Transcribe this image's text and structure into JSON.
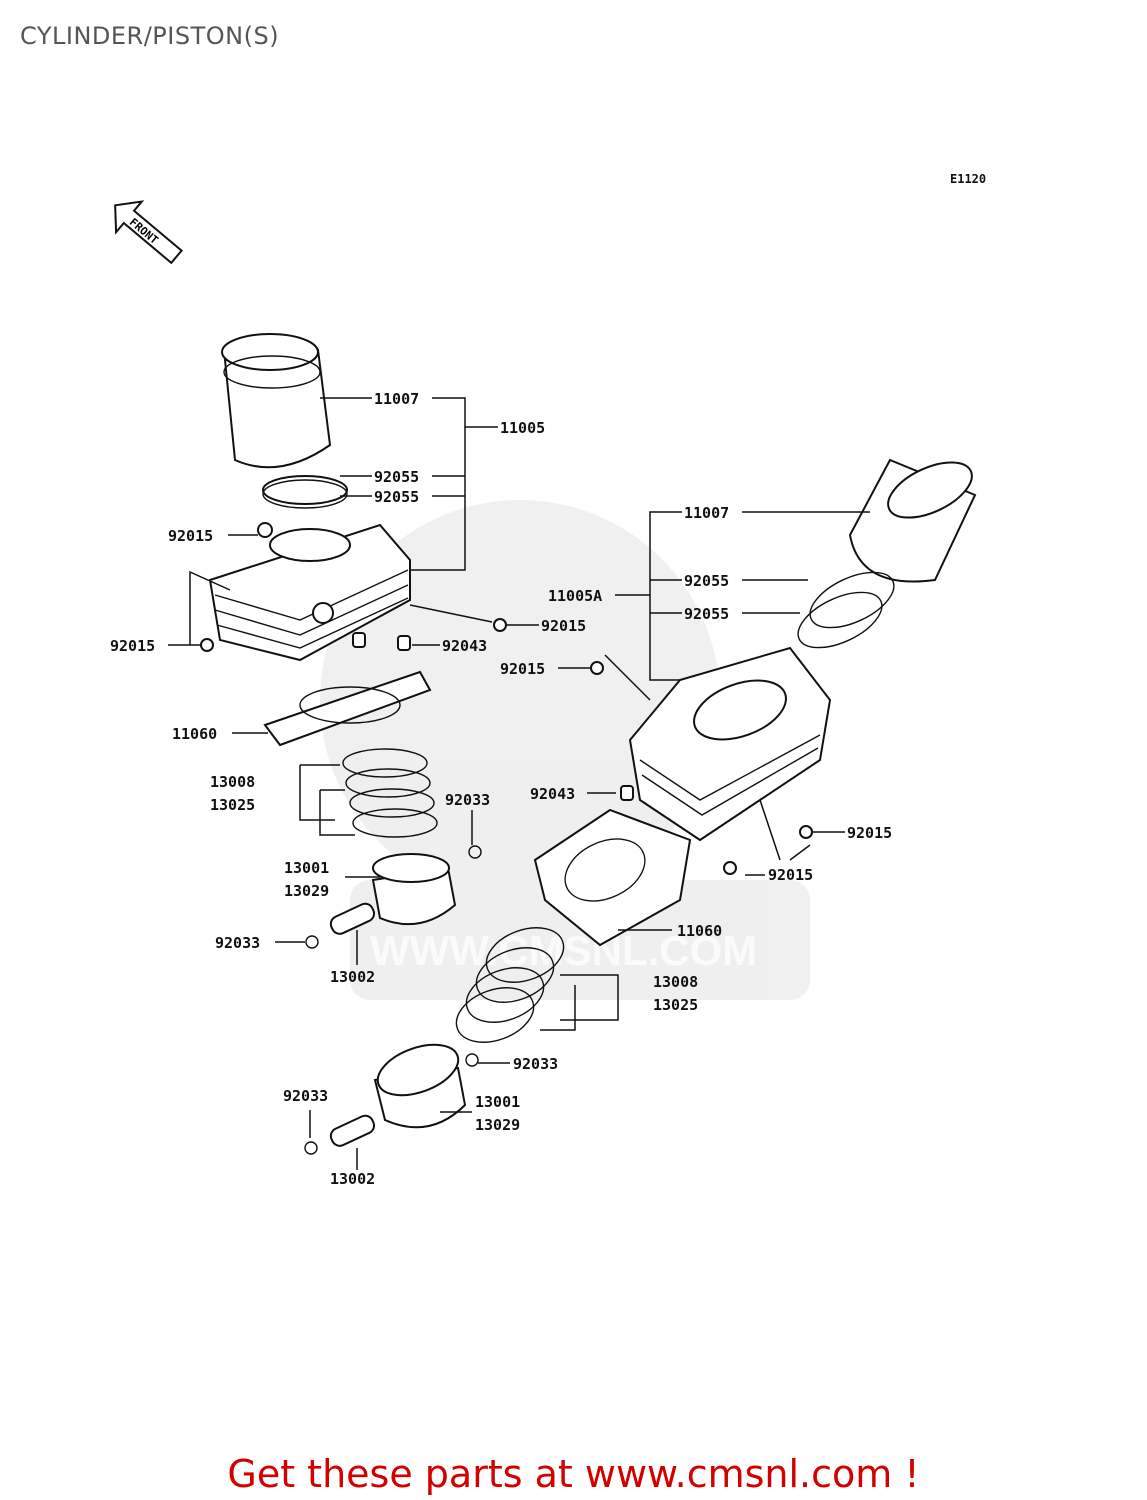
{
  "title": "CYLINDER/PISTON(S)",
  "diagram_code": "E1120",
  "front_label": "FRONT",
  "watermark": "WWW.CMSNL.COM",
  "footer": "Get these parts at www.cmsnl.com !",
  "parts": {
    "l_11007_a": "11007",
    "l_11005": "11005",
    "l_92055_a": "92055",
    "l_92055_b": "92055",
    "l_92015_a": "92015",
    "l_92015_b": "92015",
    "l_92015_c": "92015",
    "l_92043_a": "92043",
    "l_11060_a": "11060",
    "l_13008_a": "13008",
    "l_13025_a": "13025",
    "l_92033_a": "92033",
    "l_13001_a": "13001",
    "l_13029_a": "13029",
    "l_92033_b": "92033",
    "l_13002_a": "13002",
    "l_11007_b": "11007",
    "l_11005a": "11005A",
    "l_92055_c": "92055",
    "l_92055_d": "92055",
    "l_92015_d": "92015",
    "l_92043_b": "92043",
    "l_92015_e": "92015",
    "l_92015_f": "92015",
    "l_11060_b": "11060",
    "l_13008_b": "13008",
    "l_13025_b": "13025",
    "l_92033_c": "92033",
    "l_92033_d": "92033",
    "l_13001_b": "13001",
    "l_13029_b": "13029",
    "l_13002_b": "13002"
  }
}
